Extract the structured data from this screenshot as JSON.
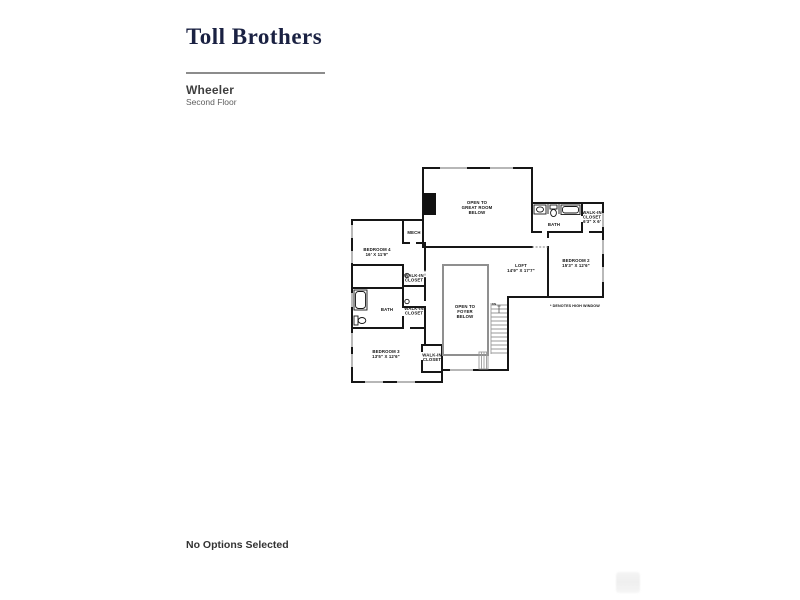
{
  "header": {
    "brand": "Toll Brothers",
    "plan_name": "Wheeler",
    "floor_label": "Second Floor"
  },
  "footer": {
    "options_text": "No Options Selected"
  },
  "colors": {
    "brand_navy": "#1a2142",
    "wall_black": "#161616",
    "window_gray": "#adadad",
    "divider_gray": "#8c8c8c"
  },
  "floor_plan": {
    "note": "* DENOTES HIGH WINDOW",
    "rooms": {
      "great_room": {
        "lines": [
          "OPEN TO",
          "GREAT ROOM",
          "BELOW"
        ]
      },
      "foyer": {
        "lines": [
          "OPEN TO",
          "FOYER",
          "BELOW"
        ]
      },
      "loft": {
        "name": "LOFT",
        "dims": "14'9\" X 17'7\""
      },
      "bedroom_2": {
        "name": "BEDROOM 2",
        "dims": "15'3\" X 12'6\""
      },
      "bedroom_3": {
        "name": "BEDROOM 3",
        "dims": "13'5\" X 12'6\""
      },
      "bedroom_4": {
        "name": "BEDROOM 4",
        "dims": "16' X 11'9\""
      },
      "bath_right": {
        "name": "BATH"
      },
      "bath_left": {
        "name": "BATH"
      },
      "mech": {
        "name": "MECH"
      },
      "walk_in_closet_right": {
        "lines": [
          "WALK-IN",
          "CLOSET",
          "6'3\" X 6'"
        ]
      },
      "walk_in_closet_upper": {
        "lines": [
          "WALK-IN",
          "CLOSET"
        ]
      },
      "walk_in_closet_lower": {
        "lines": [
          "WALK-IN",
          "CLOSET"
        ]
      },
      "walk_in_closet_bedroom3": {
        "lines": [
          "WALK-IN",
          "CLOSET"
        ]
      },
      "stairs": {
        "label": "DN"
      }
    }
  }
}
